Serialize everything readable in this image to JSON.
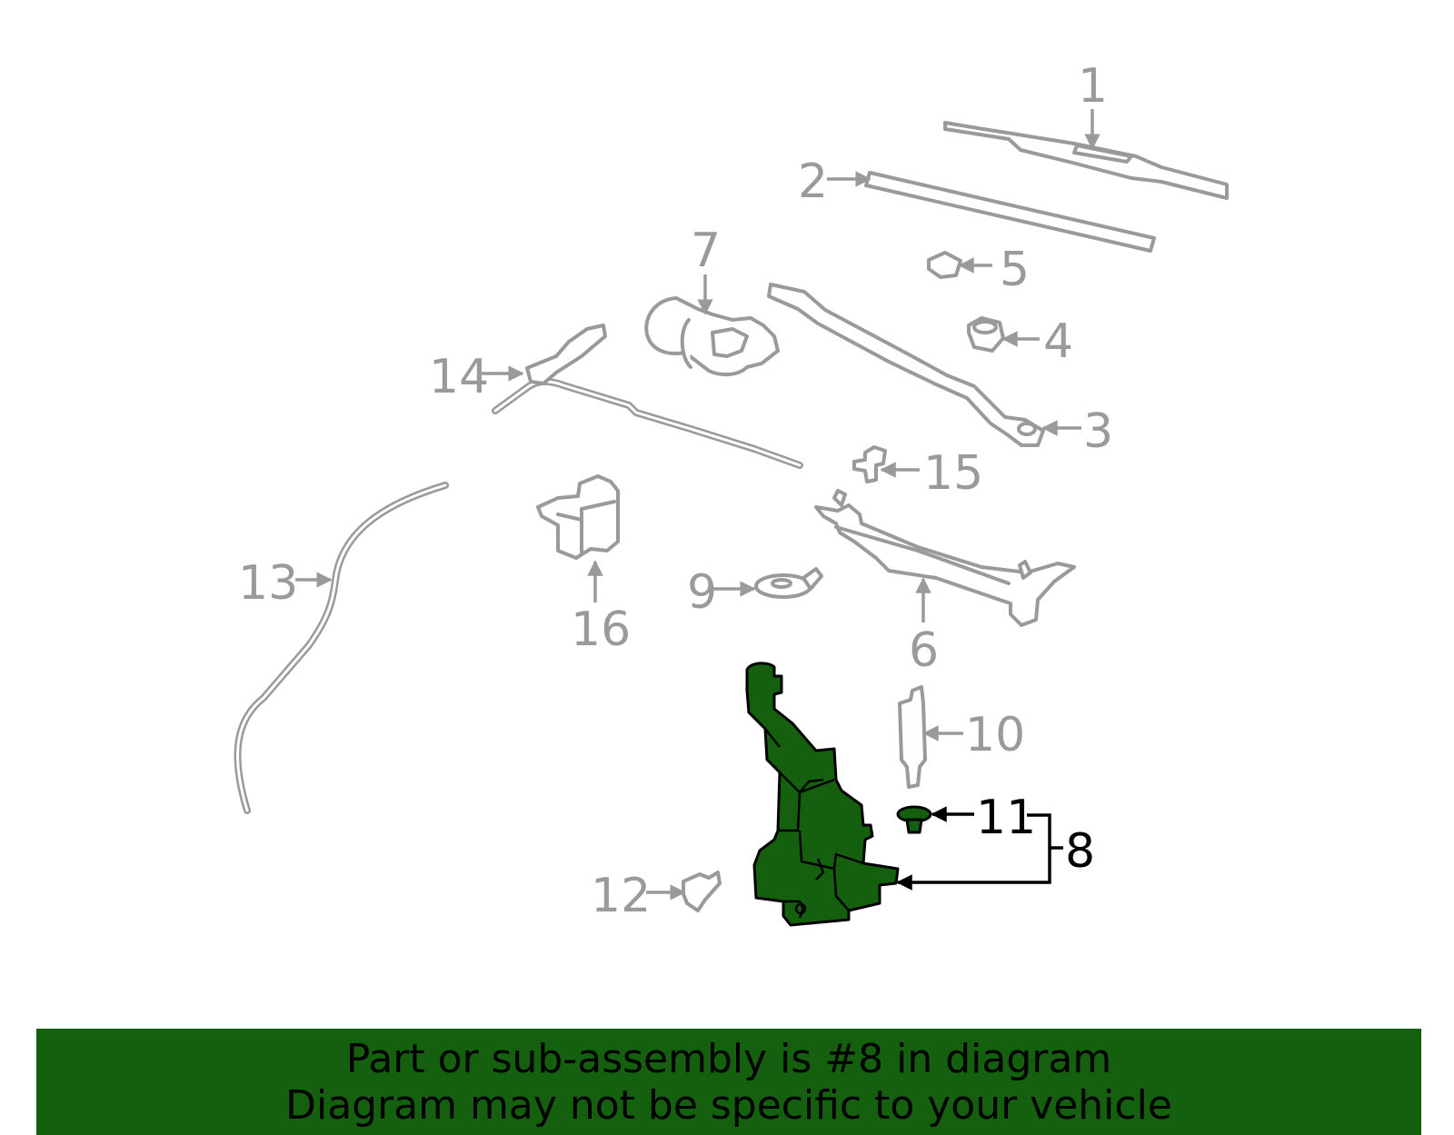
{
  "diagram": {
    "callouts": {
      "c1": "1",
      "c2": "2",
      "c3": "3",
      "c4": "4",
      "c5": "5",
      "c6": "6",
      "c7": "7",
      "c8": "8",
      "c9": "9",
      "c10": "10",
      "c11": "11",
      "c12": "12",
      "c13": "13",
      "c14": "14",
      "c15": "15",
      "c16": "16"
    },
    "highlighted_part": "8",
    "colors": {
      "highlight": "#14600e",
      "part_outline": "#9a9a9a",
      "highlight_outline": "#000000"
    }
  },
  "banner": {
    "line1": "Part or sub-assembly is #8 in diagram",
    "line2": "Diagram may not be specific to your vehicle",
    "background": "#14600e"
  }
}
